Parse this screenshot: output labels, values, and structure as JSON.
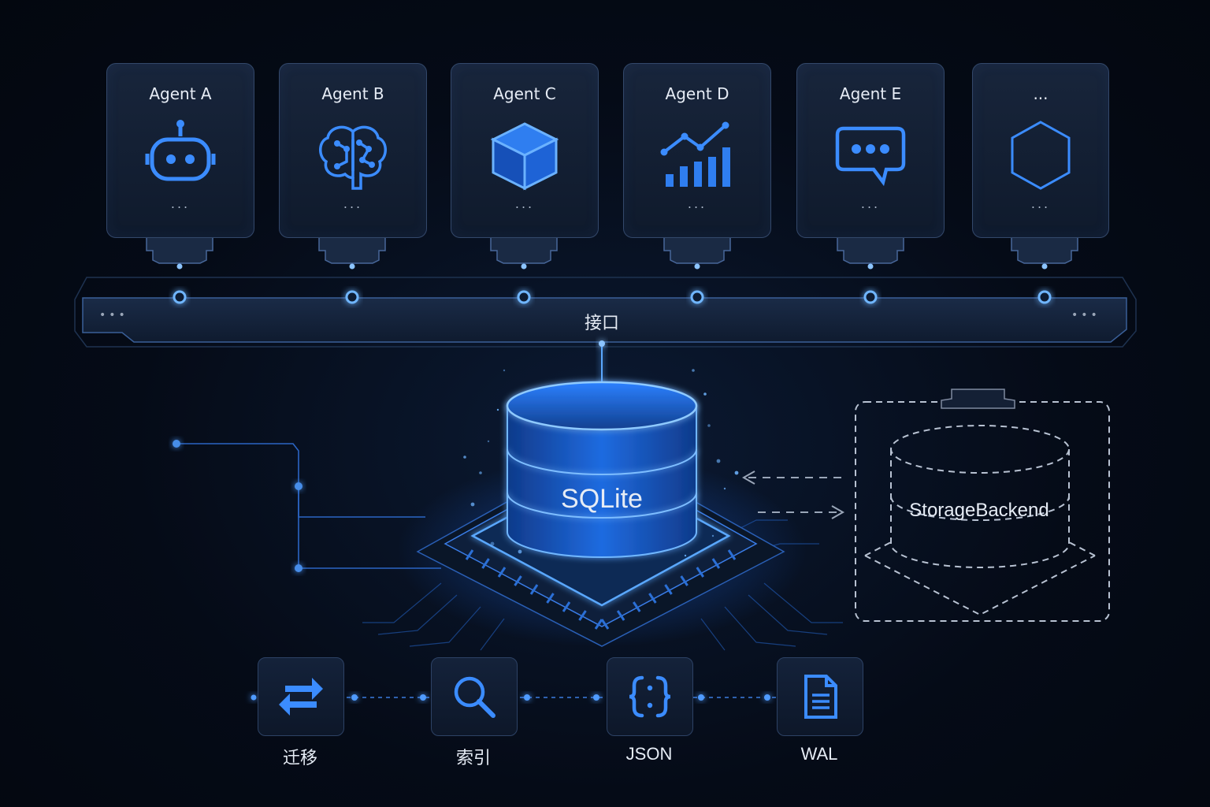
{
  "agents": [
    {
      "title": "Agent A",
      "dots": "...",
      "icon": "robot-icon"
    },
    {
      "title": "Agent B",
      "dots": "...",
      "icon": "brain-icon"
    },
    {
      "title": "Agent C",
      "dots": "...",
      "icon": "cube-icon"
    },
    {
      "title": "Agent D",
      "dots": "...",
      "icon": "chart-icon"
    },
    {
      "title": "Agent E",
      "dots": "...",
      "icon": "chat-icon"
    },
    {
      "title": "...",
      "dots": "...",
      "icon": "hexagon-icon"
    }
  ],
  "bus": {
    "label": "接口",
    "left_dots": "•••",
    "right_dots": "•••"
  },
  "database": {
    "label": "SQLite"
  },
  "storage": {
    "label": "StorageBackend"
  },
  "features": [
    {
      "label": "迁移",
      "icon": "swap-arrows-icon"
    },
    {
      "label": "索引",
      "icon": "search-icon"
    },
    {
      "label": "JSON",
      "icon": "braces-icon"
    },
    {
      "label": "WAL",
      "icon": "document-icon"
    }
  ],
  "colors": {
    "accent": "#3b8cff",
    "glow": "#5aa8ff",
    "panel_border": "#33486a",
    "text": "#e6ecf5",
    "dashed": "#9aa6b8"
  }
}
